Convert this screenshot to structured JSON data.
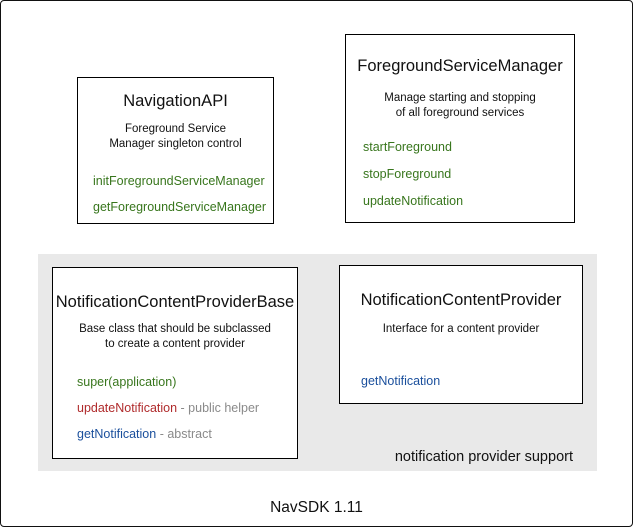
{
  "colors": {
    "method_green": "#38761d",
    "method_red": "#b02b2c",
    "method_blue": "#1a4f9c",
    "annotation_gray": "#8a8a8a",
    "panel_gray": "#e9e9e9"
  },
  "boxes": [
    {
      "title": "NavigationAPI",
      "description": [
        "Foreground Service",
        "Manager singleton control"
      ],
      "methods": [
        {
          "name": "initForegroundServiceManager",
          "color": "green"
        },
        {
          "name": "getForegroundServiceManager",
          "color": "green"
        }
      ]
    },
    {
      "title": "ForegroundServiceManager",
      "description": [
        "Manage starting and stopping",
        "of all foreground services"
      ],
      "methods": [
        {
          "name": "startForeground",
          "color": "green"
        },
        {
          "name": "stopForeground",
          "color": "green"
        },
        {
          "name": "updateNotification",
          "color": "green"
        }
      ]
    },
    {
      "title": "NotificationContentProviderBase",
      "description": [
        "Base class that should be subclassed",
        "to create a content provider"
      ],
      "methods": [
        {
          "name": "super(application)",
          "color": "green"
        },
        {
          "name": "updateNotification",
          "color": "red",
          "suffix": " - public helper"
        },
        {
          "name": "getNotification",
          "color": "blue",
          "suffix": " - abstract"
        }
      ]
    },
    {
      "title": "NotificationContentProvider",
      "description": [
        "Interface for a content provider"
      ],
      "methods": [
        {
          "name": "getNotification",
          "color": "blue"
        }
      ]
    }
  ],
  "panel": {
    "label": "notification provider support"
  },
  "footer": {
    "label": "NavSDK 1.11"
  }
}
